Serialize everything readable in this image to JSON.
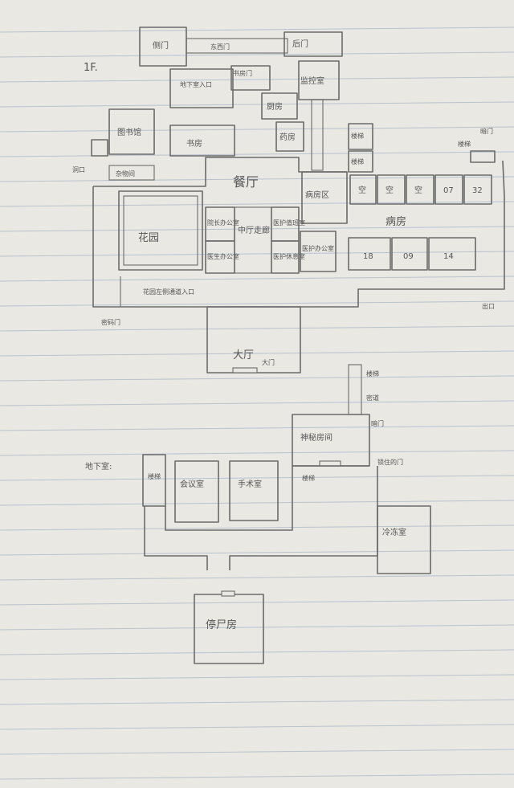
{
  "floor_labels": {
    "first": "1F.",
    "basement": "地下室:"
  },
  "rooms_1f": {
    "side_gate": "侧门",
    "back_gate": "后门",
    "back_door": "东西门",
    "basement_entrance": "地下室入口",
    "study_door": "书房门",
    "kitchen": "厨房",
    "control_room": "监控室",
    "library": "图书馆",
    "study": "书房",
    "storage": "药房",
    "stair_a": "楼梯",
    "stair_b": "楼梯",
    "tool_room": "杂物间",
    "hole": "洞口",
    "dining": "餐厅",
    "ward": "病房区",
    "garden": "花园",
    "director_office": "院长办公室",
    "middle_hall": "中厅走廊",
    "nurse_station": "医护值班室",
    "doctor_office": "医生办公室",
    "clinic_office": "医护办公室",
    "lounge": "医护休息室",
    "room_1": "空",
    "room_2": "空",
    "room_3": "空",
    "room_4": "07",
    "room_5": "32",
    "room_6": "18",
    "room_7": "09",
    "room_8": "14",
    "ward_corridor": "病房",
    "garden_path": "花园左侧通道入口",
    "secret_door": "密码门",
    "main_hall": "大厅",
    "main_door": "大门",
    "stairs_note": "楼梯",
    "exit_note": "出口",
    "corner_note": "暗门"
  },
  "rooms_b": {
    "stairs": "楼梯",
    "secret_path": "密道",
    "hidden_door": "暗门",
    "meeting": "会议室",
    "operating": "手术室",
    "lab": "神秘房间",
    "locked_door": "锁住的门",
    "cold_room": "冷冻室",
    "morgue": "停尸房",
    "stair_b": "楼梯",
    "stair_c": "楼梯"
  }
}
